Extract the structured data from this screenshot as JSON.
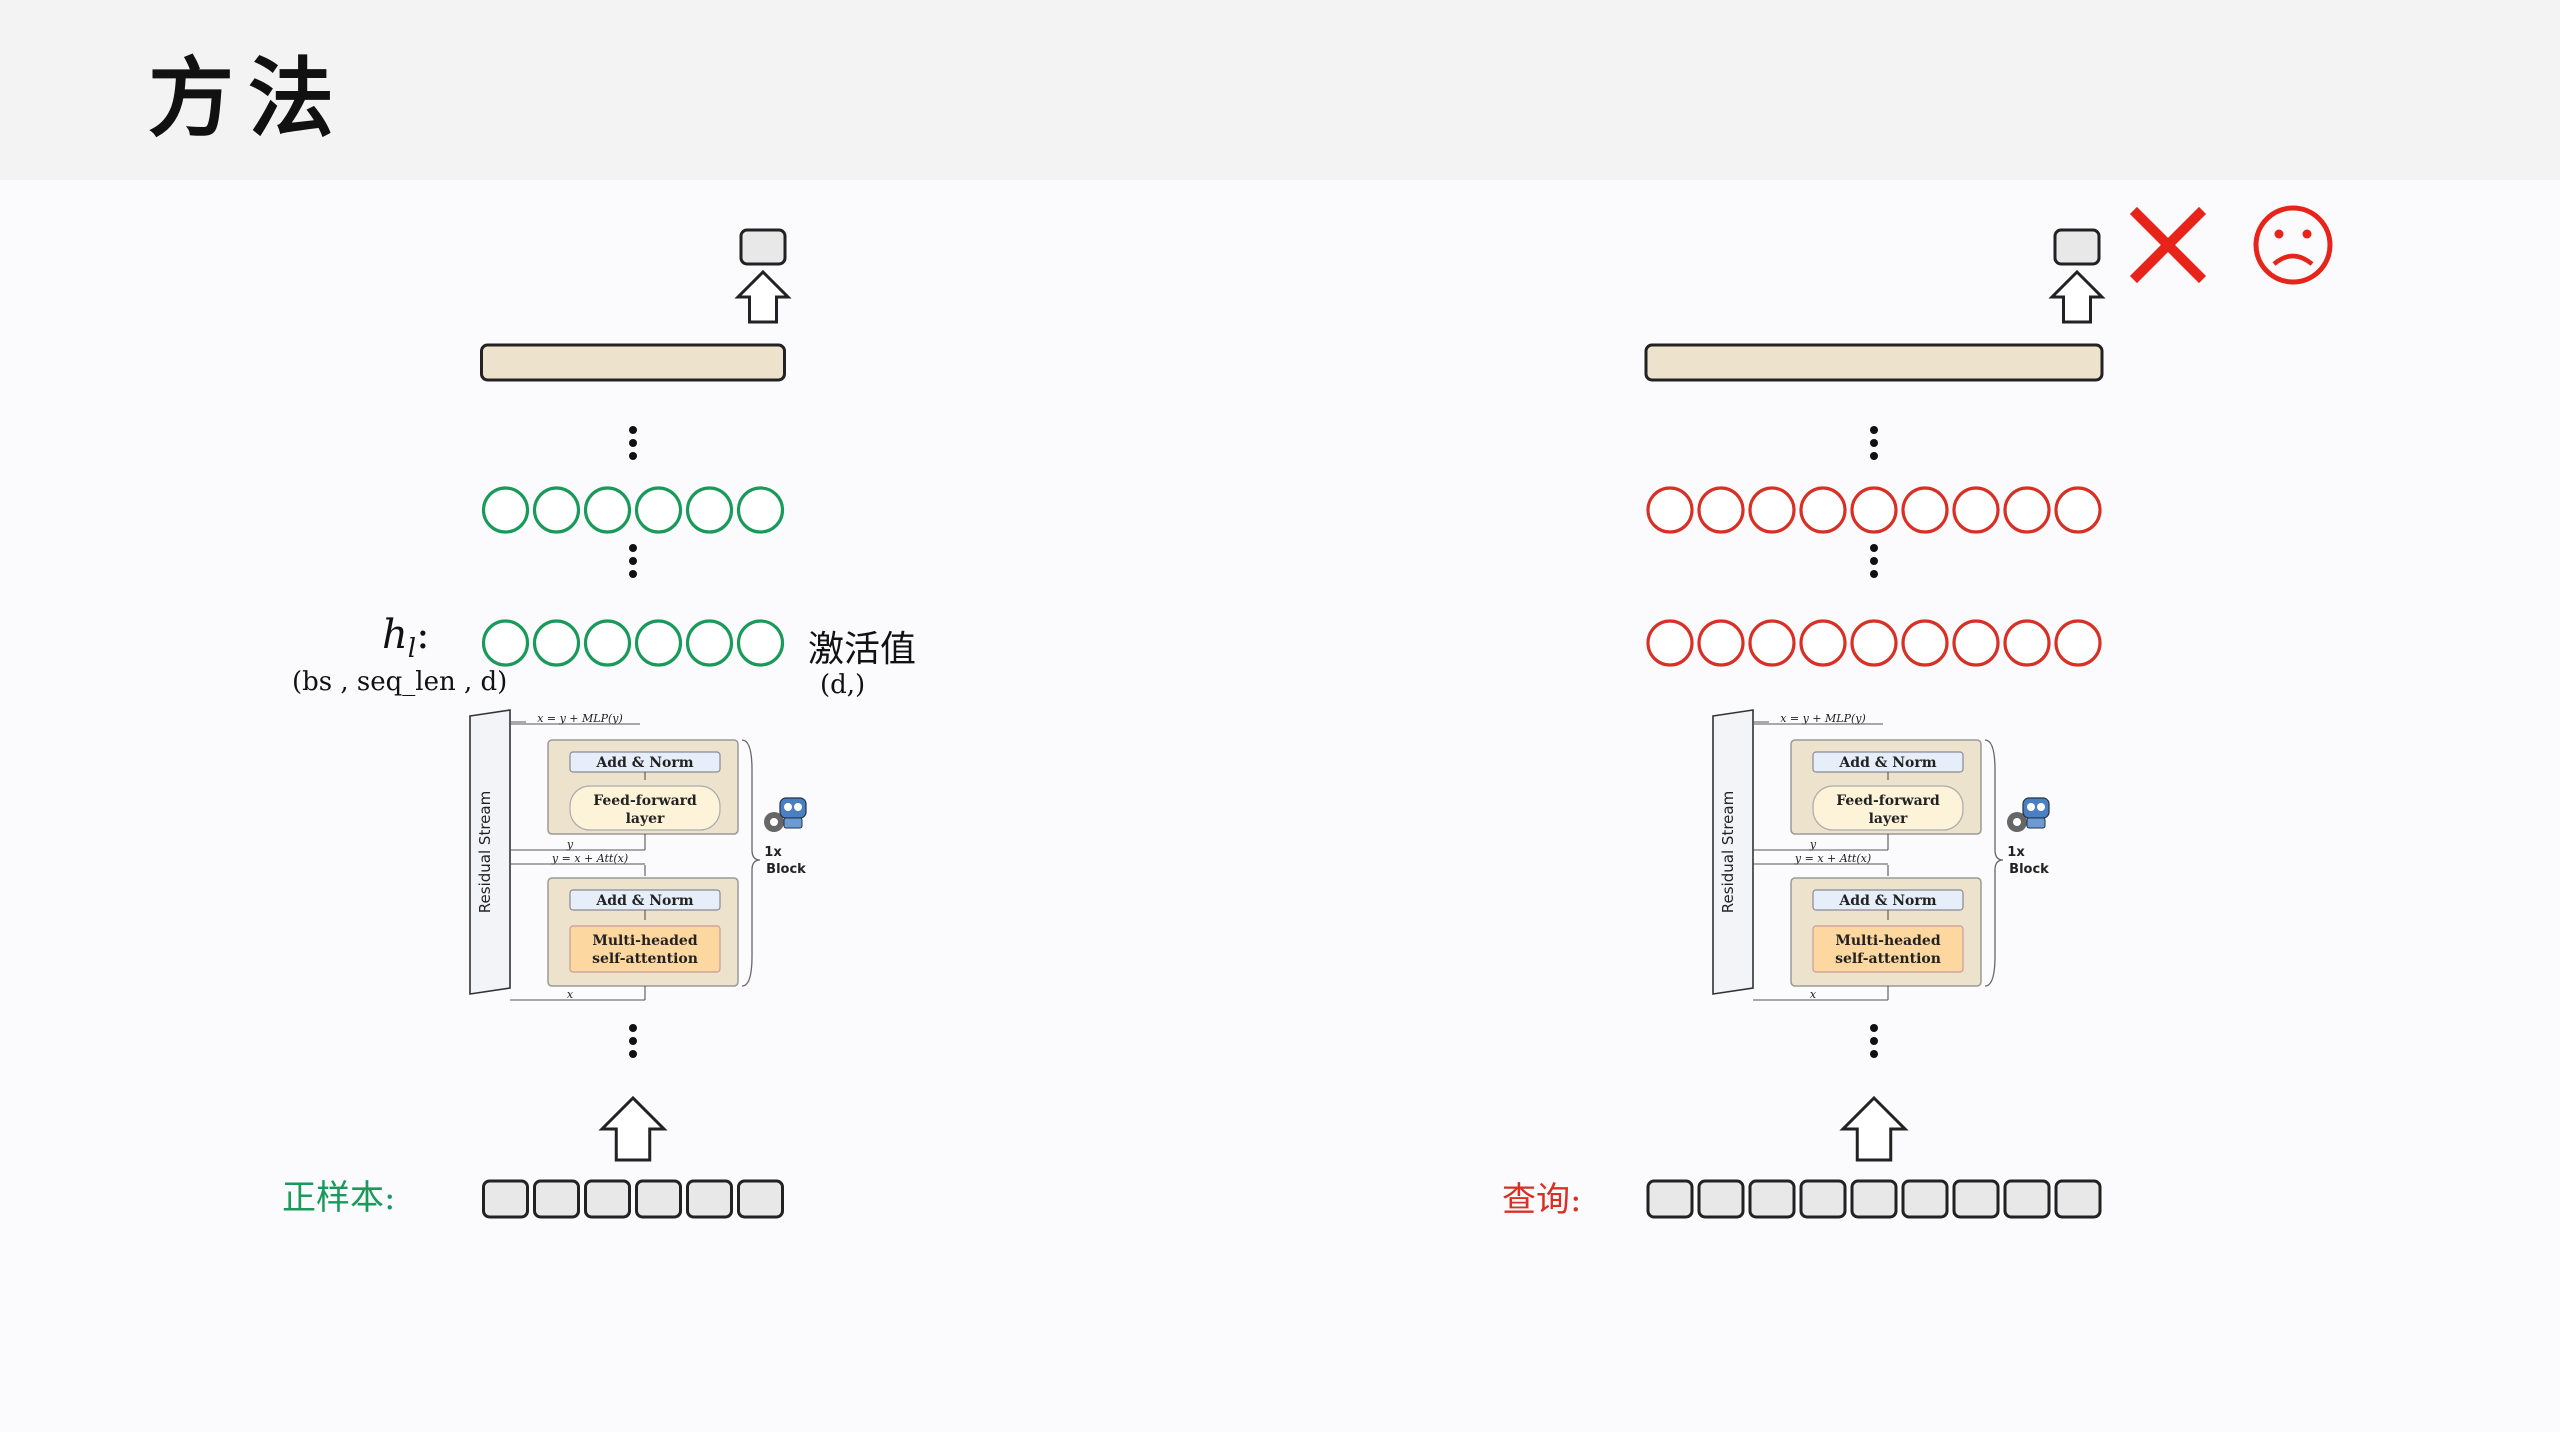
{
  "slide": {
    "title": "方法"
  },
  "left_panel": {
    "hidden_label": "h",
    "hidden_subscript": "l",
    "hidden_colon": ":",
    "shape_label": "(bs , seq_len , d)",
    "activation_label": "激活值",
    "activation_shape": "(d,)",
    "input_label": "正样本:",
    "color": "#1a9a5a",
    "token_count": 6,
    "neuron_count": 6
  },
  "right_panel": {
    "input_label": "查询:",
    "color": "#d93025",
    "token_count": 9,
    "neuron_count": 9,
    "status_marks": [
      "cross-icon",
      "sad-face-icon"
    ]
  },
  "block": {
    "residual_stream": "Residual Stream",
    "add_norm_top": "Add & Norm",
    "ffn_line1": "Feed-forward",
    "ffn_line2": "layer",
    "add_norm_bottom": "Add & Norm",
    "mha_line1": "Multi-headed",
    "mha_line2": "self-attention",
    "block_count": "1x",
    "block_word": "Block",
    "eq_top": "x",
    "eq_top_rhs": "= y + MLP(y)",
    "eq_y": "y",
    "eq_mid": "y = x + Att(x)",
    "eq_x": "x"
  },
  "colors": {
    "bar_fill": "#ede3cd",
    "ffn_fill": "#fdf3d8",
    "mha_fill": "#fdd7a0",
    "block_fill": "#ede3cd",
    "addnorm_fill": "#e6eef9",
    "token_fill": "#e8e8e8",
    "red": "#e8231a"
  }
}
